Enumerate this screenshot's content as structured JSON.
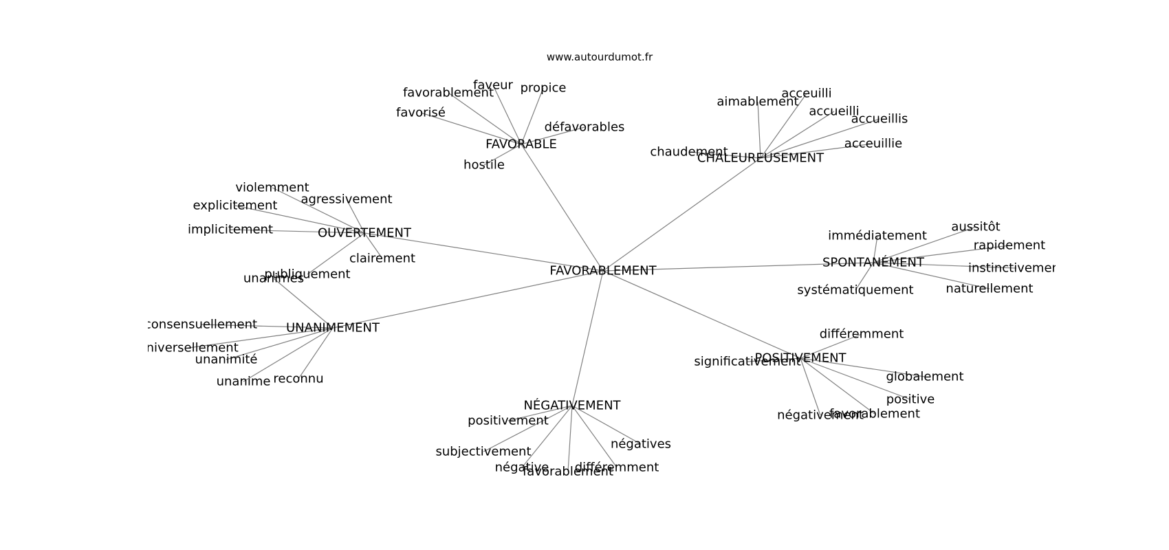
{
  "site": "www.autourdumot.fr",
  "edge_color": "#808080",
  "center": {
    "label": "FAVORABLEMENT"
  },
  "clusters": [
    {
      "label": "FAVORABLE",
      "leaves": [
        "favorablement",
        "faveur",
        "propice",
        "favorisé",
        "défavorables",
        "hostile"
      ]
    },
    {
      "label": "CHALEUREUSEMENT",
      "leaves": [
        "aimablement",
        "acceuilli",
        "accueilli",
        "accueillis",
        "acceuillie",
        "chaudement"
      ]
    },
    {
      "label": "OUVERTEMENT",
      "leaves": [
        "violemment",
        "agressivement",
        "explicitement",
        "implicitement",
        "clairement",
        "publiquement"
      ]
    },
    {
      "label": "SPONTANÉMENT",
      "leaves": [
        "immédiatement",
        "aussitôt",
        "rapidement",
        "instinctivement",
        "naturellement",
        "systématiquement"
      ]
    },
    {
      "label": "UNANIMEMENT",
      "leaves": [
        "unanimes",
        "consensuellement",
        "universellement",
        "unanimité",
        "unanime",
        "reconnu"
      ]
    },
    {
      "label": "NÉGATIVEMENT",
      "leaves": [
        "positivement",
        "subjectivement",
        "négative",
        "favorablement",
        "différemment",
        "négatives"
      ]
    },
    {
      "label": "POSITIVEMENT",
      "leaves": [
        "différemment",
        "significativement",
        "globalement",
        "positive",
        "favorablement",
        "négativement"
      ]
    }
  ]
}
